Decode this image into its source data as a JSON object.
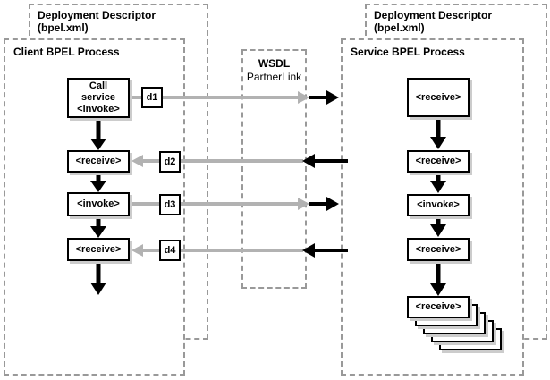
{
  "colors": {
    "background": "#ffffff",
    "dashed_border": "#999999",
    "gray_arrow": "#b2b2b2",
    "black_arrow": "#000000",
    "node_shadow": "#cccccc",
    "node_fill": "#ffffff",
    "text": "#000000"
  },
  "diagram": {
    "client_descriptor": {
      "title": "Deployment Descriptor",
      "subtitle": "(bpel.xml)"
    },
    "service_descriptor": {
      "title": "Deployment Descriptor",
      "subtitle": "(bpel.xml)"
    },
    "client_process": {
      "title": "Client BPEL Process",
      "nodes": [
        "Call\nservice\n<invoke>",
        "<receive>",
        "<invoke>",
        "<receive>"
      ]
    },
    "wsdl": {
      "title": "WSDL",
      "subtitle": "PartnerLink"
    },
    "service_process": {
      "title": "Service BPEL Process",
      "nodes": [
        "<receive>",
        "<receive>",
        "<invoke>",
        "<receive>",
        "<receive>"
      ],
      "stack_count": 5
    },
    "messages": [
      {
        "label": "d1",
        "direction": "right"
      },
      {
        "label": "d2",
        "direction": "left"
      },
      {
        "label": "d3",
        "direction": "right"
      },
      {
        "label": "d4",
        "direction": "left"
      }
    ]
  }
}
